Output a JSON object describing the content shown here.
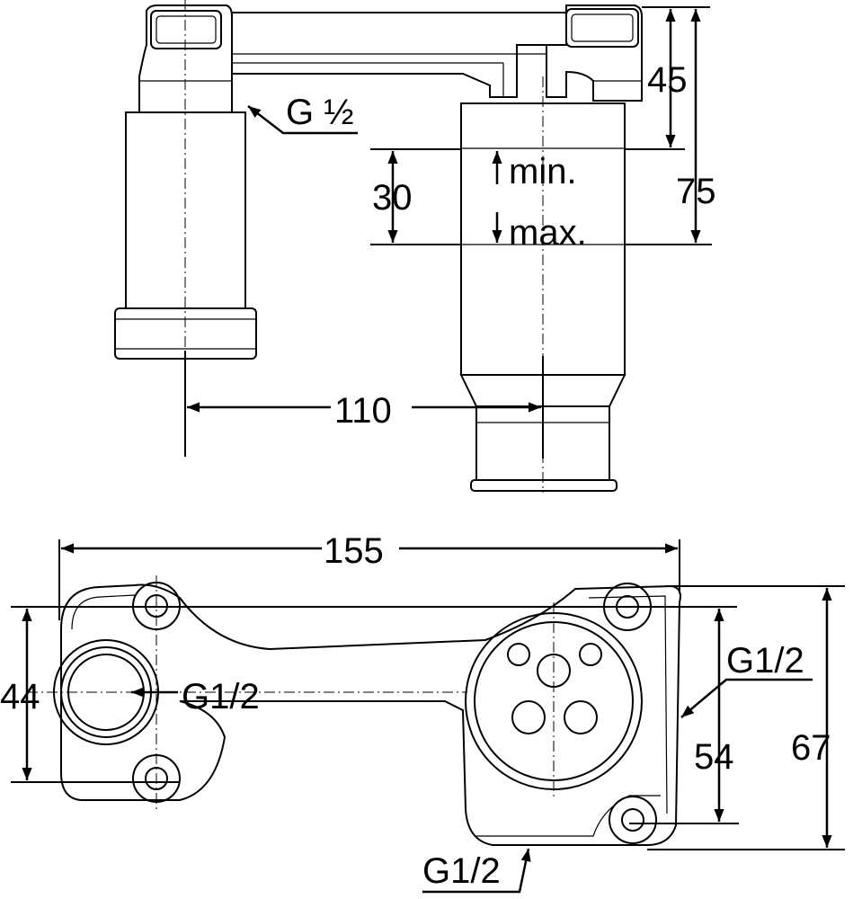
{
  "labels": {
    "thread_top": "G ½",
    "dim_45": "45",
    "dim_75": "75",
    "dim_30": "30",
    "min": "min.",
    "max": "max.",
    "dim_110": "110",
    "dim_155": "155",
    "dim_44": "44",
    "thread_left": "G1/2",
    "thread_right": "G1/2",
    "dim_54": "54",
    "dim_67": "67",
    "thread_bottom": "G1/2"
  }
}
